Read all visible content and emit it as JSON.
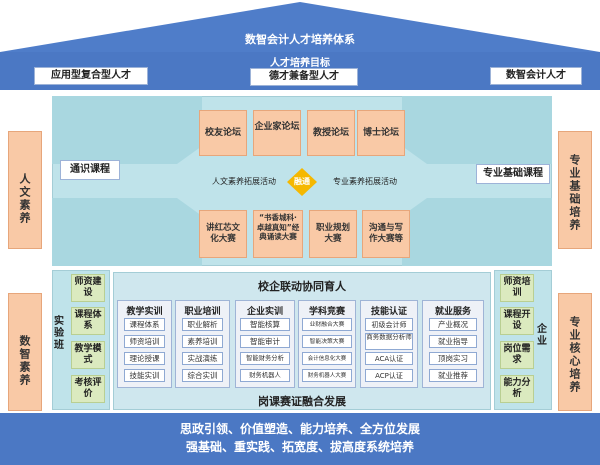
{
  "roof_title": "数智会计人才培养体系",
  "goal": {
    "title": "人才培养目标",
    "left": "应用型复合型人才",
    "center": "德才兼备型人才",
    "right": "数智会计人才"
  },
  "left_pillars": [
    "人文素养",
    "数智素养"
  ],
  "right_pillars": [
    "专业基础培养",
    "专业核心培养"
  ],
  "upper": {
    "left_label": "通识课程",
    "right_label": "专业基础课程",
    "forums": [
      "校友论坛",
      "企业家论坛",
      "教授论坛",
      "博士论坛"
    ],
    "left_activity": "人文素养拓展活动",
    "center_badge": "融通",
    "right_activity": "专业素养拓展活动",
    "contests": [
      "讲红芯文化大赛",
      "“书香城科·卓越真知”经典诵读大赛",
      "职业规划大赛",
      "沟通与写作大赛等"
    ]
  },
  "lab": {
    "label": "实验班",
    "items": [
      "师资建设",
      "课程体系",
      "教学模式",
      "考核评价"
    ]
  },
  "enterprise": {
    "label": "企业",
    "items": [
      "师资培训",
      "课程开设",
      "岗位需求",
      "能力分析"
    ]
  },
  "middle": {
    "title": "校企联动协同育人",
    "footer": "岗课赛证融合发展",
    "columns": [
      {
        "title": "教学实训",
        "items": [
          "课程体系",
          "师资培训",
          "理论授课",
          "技能实训"
        ]
      },
      {
        "title": "职业培训",
        "items": [
          "职业解析",
          "素养培训",
          "实战演练",
          "综合实训"
        ]
      },
      {
        "title": "企业实训",
        "items": [
          "智能核算",
          "智能审计",
          "智能财务分析",
          "财务机器人"
        ]
      },
      {
        "title": "学科竞赛",
        "items": [
          "业财融合大赛",
          "智能决策大赛",
          "会计信息化大赛",
          "财务机器人大赛"
        ]
      },
      {
        "title": "技能认证",
        "items": [
          "初级会计师",
          "商务数据分析师",
          "ACA认证",
          "ACP认证"
        ]
      },
      {
        "title": "就业服务",
        "items": [
          "产业概况",
          "就业指导",
          "顶岗实习",
          "就业推荐"
        ]
      }
    ]
  },
  "bottom": {
    "line1": "思政引领、价值塑造、能力培养、全方位发展",
    "line2": "强基础、重实践、拓宽度、拔高度系统培养"
  },
  "colors": {
    "blue": "#4b78c4",
    "roof": "#4f7dc9",
    "teal": "#bfe3ea",
    "orange": "#f9c9a6",
    "green": "#dbeabf",
    "badge": "#f5b800"
  }
}
